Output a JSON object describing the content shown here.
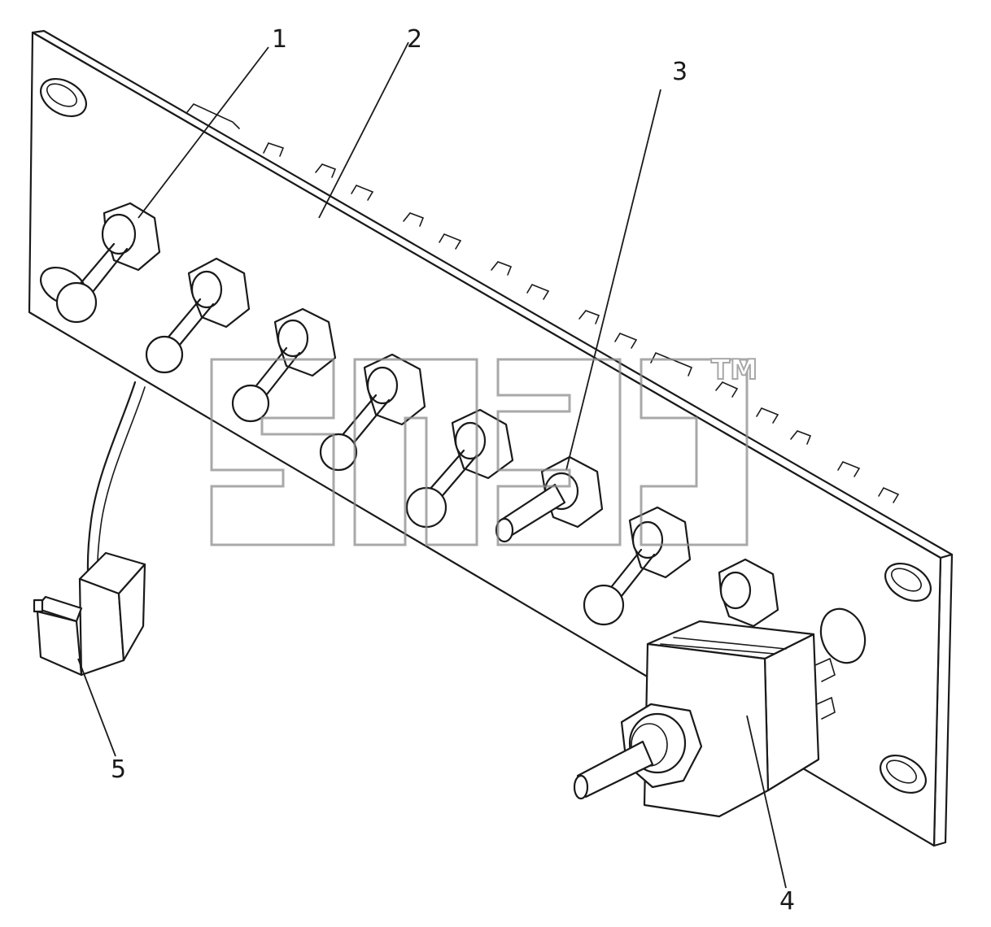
{
  "diagram": {
    "callouts": [
      {
        "id": "1",
        "label": "1"
      },
      {
        "id": "2",
        "label": "2"
      },
      {
        "id": "3",
        "label": "3"
      },
      {
        "id": "4",
        "label": "4"
      },
      {
        "id": "5",
        "label": "5"
      }
    ],
    "watermark": {
      "trademark": "TM"
    },
    "line_color": "#1a1a1a",
    "watermark_color": "#8c8c8c"
  }
}
